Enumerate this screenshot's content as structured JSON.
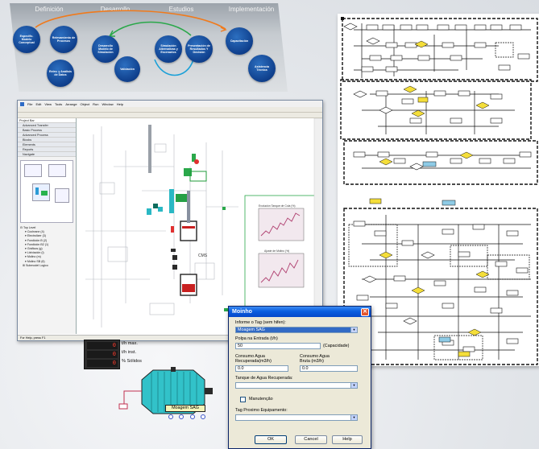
{
  "phases": {
    "titles": [
      "Definición",
      "Desarrollo",
      "Estudios",
      "Implementación"
    ],
    "bubbles": [
      "Especific. Modelo Conceptual",
      "Relevamiento de Procesos",
      "Relev. y Análisis de Datos",
      "Desarrollo Modelo de Simulación",
      "Validación",
      "Simulación Alternativas y Escenarios",
      "Presentación de Resultados Y Decisión",
      "Capacitación",
      "Asistencia Técnica"
    ],
    "colors": {
      "bubble": "#0f3f8c",
      "arrow_orange": "#f07a1c",
      "arrow_green": "#2aa84a",
      "arrow_blue": "#1aa0d8"
    }
  },
  "arena": {
    "menu": [
      "File",
      "Edit",
      "View",
      "Tools",
      "Arrange",
      "Object",
      "Run",
      "Window",
      "Help"
    ],
    "project_bar_title": "Project Bar",
    "panels": [
      "Advanced Transfer",
      "Basic Process",
      "Advanced Process",
      "Blocks",
      "Elements",
      "Reports",
      "Navigate"
    ],
    "tree": {
      "root": "Top Level",
      "items": [
        "Cochrane (4)",
        "Electrolizer (3)",
        "Fundición B (2)",
        "Fundición B2 (1)",
        "Gráficos (g)",
        "Lixiviación (l)",
        "Molino (m)",
        "Molino SB (6)",
        "Submodel Logico"
      ]
    },
    "status": "For Help, press F1",
    "charts": [
      "Evolución Tanque de Cola (%)",
      "Ajuste de Molino (%)"
    ],
    "label_cms": "CMS"
  },
  "dialog": {
    "title": "Moinho",
    "close": "✕",
    "tag_label": "Informe o Tag (sem hifen):",
    "tag_value": "Moagem SAG",
    "polpa_label": "Polpa na Entrada (t/h)",
    "polpa_value": "50",
    "polpa_suffix": "(Capacidade)",
    "rec_label_1": "Consumo Agua",
    "rec_label_2": "Recuperada(m3/h)",
    "rec_value": "0.0",
    "bruta_label_1": "Consumo Agua",
    "bruta_label_2": "Bruta (m3/h)",
    "bruta_value": "0.0",
    "tanque_label": "Tanque de Agua Recuperada:",
    "tanque_value": "",
    "manutencao_label": "Manutenção",
    "manutencao_checked": false,
    "tag_proximo_label": "Tag Proximo Equipamento:",
    "tag_proximo_value": "",
    "ok": "OK",
    "cancel": "Cancel",
    "help": "Help"
  },
  "mill": {
    "displays": [
      "0",
      "0",
      "0"
    ],
    "labels": [
      "t/h max.",
      "t/h inst.",
      "% Sólidos"
    ],
    "name": "Moagem SAG",
    "colors": {
      "body": "#32c2c9",
      "led": "#ff3c2e"
    }
  }
}
